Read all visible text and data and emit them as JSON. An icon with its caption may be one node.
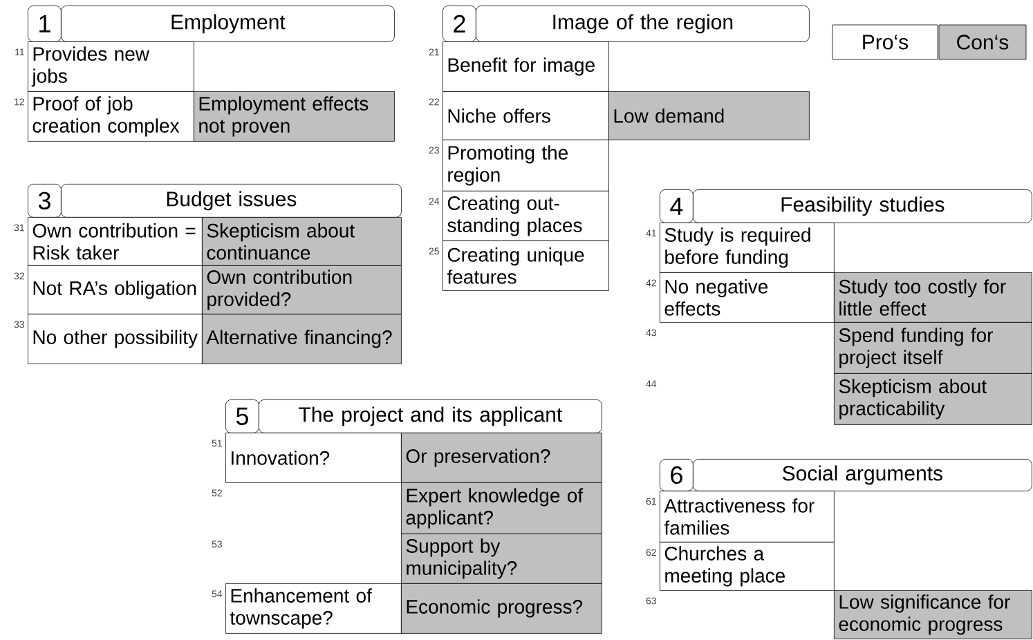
{
  "diagram": {
    "nodes": [
      {
        "text": [
          "1"
        ]
      },
      {
        "text": [
          "Employment"
        ]
      },
      {
        "text": [
          "Provides new jobs"
        ],
        "beside": [
          "11"
        ]
      },
      {
        "text": [
          "Proof of job creation complex"
        ],
        "beside": [
          "12"
        ]
      },
      {
        "text": [
          "Employment effects not proven"
        ]
      },
      {
        "text": [
          "2"
        ]
      },
      {
        "text": [
          "Image of the region"
        ]
      },
      {
        "text": [
          "Benefit for image"
        ],
        "beside": [
          "21"
        ]
      },
      {
        "text": [
          "Niche offers"
        ],
        "beside": [
          "22"
        ]
      },
      {
        "text": [
          "Low demand"
        ]
      },
      {
        "text": [
          "Promoting the region"
        ],
        "beside": [
          "23"
        ]
      },
      {
        "text": [
          "Creating out-standing places"
        ],
        "beside": [
          "24"
        ]
      },
      {
        "text": [
          "Creating unique features"
        ],
        "beside": [
          "25"
        ]
      },
      {
        "text": [
          "3"
        ]
      },
      {
        "text": [
          "Budget issues"
        ]
      },
      {
        "text": [
          "Own contribution = Risk taker"
        ],
        "beside": [
          "31"
        ]
      },
      {
        "text": [
          "Skepticism about continuance"
        ]
      },
      {
        "text": [
          "Not RA’s obligation"
        ],
        "beside": [
          "32"
        ]
      },
      {
        "text": [
          "Own contribution provided?"
        ]
      },
      {
        "text": [
          "No other possibility"
        ],
        "beside": [
          "33"
        ]
      },
      {
        "text": [
          "Alternative financing?"
        ]
      },
      {
        "text": [
          "4"
        ]
      },
      {
        "text": [
          "Feasibility studies"
        ]
      },
      {
        "text": [
          "Study is required before funding"
        ],
        "beside": [
          "41"
        ]
      },
      {
        "text": [
          "No negative effects"
        ],
        "beside": [
          "42"
        ]
      },
      {
        "text": [
          "Study too costly for little effect"
        ]
      },
      {
        "text": [
          "Spend funding for project itself"
        ]
      },
      {
        "text": [
          "Skepticism about practicability"
        ]
      },
      {
        "text": [
          "5"
        ]
      },
      {
        "text": [
          "The project and its applicant"
        ]
      },
      {
        "text": [
          "Innovation?"
        ],
        "beside": [
          "51"
        ]
      },
      {
        "text": [
          "Or preservation?"
        ]
      },
      {
        "text": [
          "Expert knowledge of applicant?"
        ]
      },
      {
        "text": [
          "Support by municipality?"
        ]
      },
      {
        "text": [
          "Enhancement of townscape?"
        ],
        "beside": [
          "54"
        ]
      },
      {
        "text": [
          "Economic progress?"
        ]
      },
      {
        "text": [
          "6"
        ]
      },
      {
        "text": [
          "Social arguments"
        ]
      },
      {
        "text": [
          "Attractiveness for families"
        ],
        "beside": [
          "61"
        ]
      },
      {
        "text": [
          "Churches a meeting place"
        ],
        "beside": [
          "62"
        ]
      },
      {
        "text": [
          "Low significance for economic progress"
        ]
      }
    ],
    "labels": [
      "43",
      "44",
      "52",
      "53",
      "63"
    ],
    "legend": [
      {
        "text": "Pro‘s"
      },
      {
        "text": "Con‘s",
        "color": "#c0c0c0"
      }
    ]
  }
}
